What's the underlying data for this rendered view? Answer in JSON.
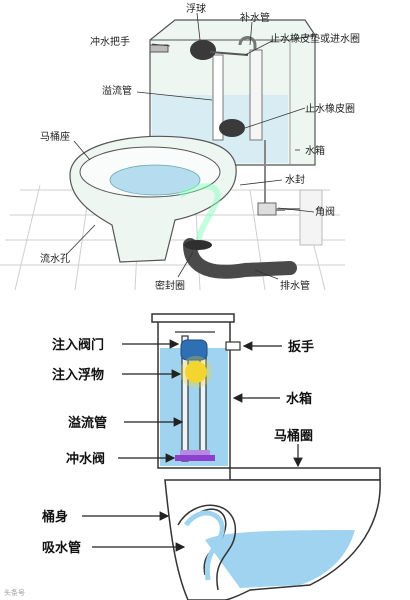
{
  "top_diagram": {
    "labels": {
      "float_ball": "浮球",
      "refill_tube": "补水管",
      "flush_handle": "冲水把手",
      "inlet_gasket": "止水橡皮垫或进水圈",
      "overflow_pipe": "溢流管",
      "flapper": "止水橡皮圈",
      "toilet_seat": "马桶座",
      "tank": "水箱",
      "water_seal": "水封",
      "angle_valve": "角阀",
      "drain_hole": "流水孔",
      "seal_ring": "密封圈",
      "drain_pipe": "排水管"
    }
  },
  "bottom_diagram": {
    "labels": {
      "fill_valve": "注入阀门",
      "fill_float": "注入浮物",
      "overflow_pipe": "溢流管",
      "flush_valve": "冲水阀",
      "bowl_body": "桶身",
      "siphon_pipe": "吸水管",
      "handle": "扳手",
      "tank": "水箱",
      "seat_ring": "马桶圈"
    },
    "watermark": "头条号"
  },
  "colors": {
    "water": "#9fd3ef",
    "water_light": "#d7eef9",
    "outline": "#333333",
    "float_blue": "#2f6fb3",
    "float_yellow": "#f4d430",
    "valve_purple": "#8e3fd0",
    "seal_dark": "#3a3a3a"
  }
}
